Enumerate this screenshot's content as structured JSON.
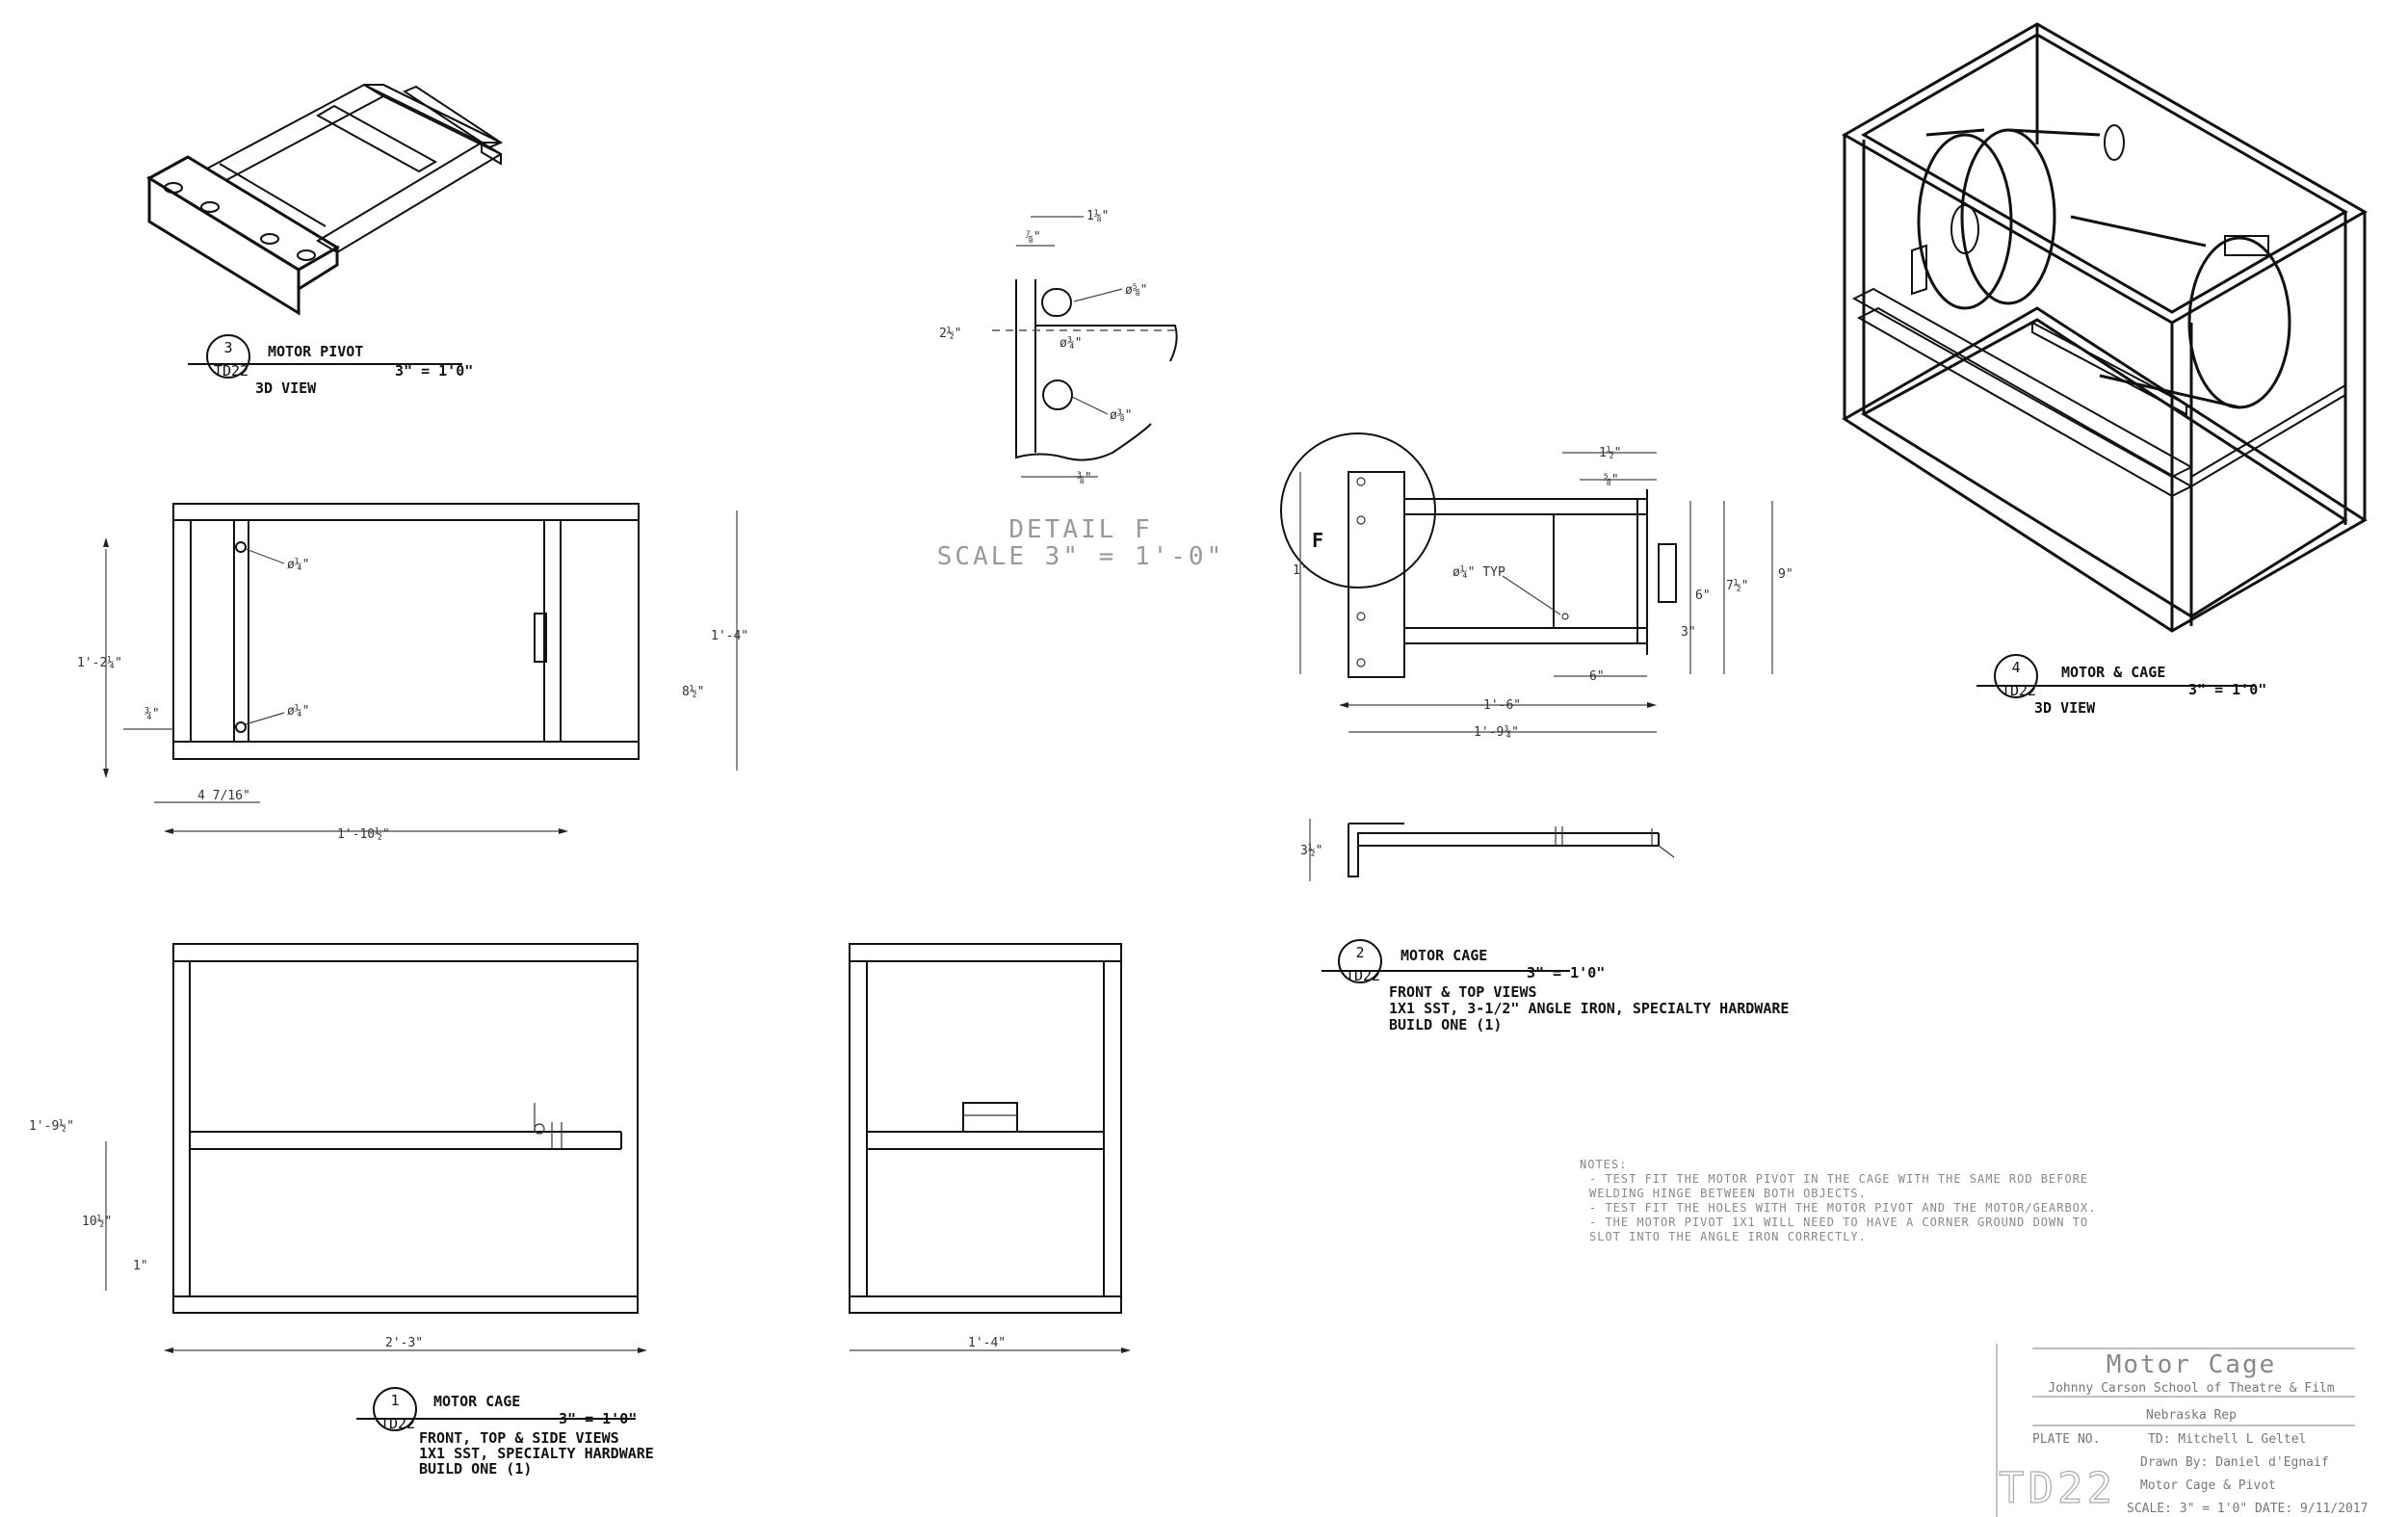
{
  "views": {
    "motor_pivot": {
      "num": "3",
      "sheet": "TD22",
      "title": "MOTOR PIVOT",
      "scale": "3\" = 1'0\"",
      "sub": "3D VIEW"
    },
    "motor_and_cage": {
      "num": "4",
      "sheet": "TD22",
      "title": "MOTOR & CAGE",
      "scale": "3\" = 1'0\"",
      "sub": "3D VIEW"
    },
    "motor_cage_2": {
      "num": "2",
      "sheet": "TD22",
      "title": "MOTOR CAGE",
      "scale": "3\" = 1'0\"",
      "lines": [
        "FRONT & TOP VIEWS",
        "1X1 SST, 3-1/2\" ANGLE IRON, SPECIALTY HARDWARE",
        "BUILD ONE (1)"
      ]
    },
    "motor_cage_1": {
      "num": "1",
      "sheet": "TD22",
      "title": "MOTOR CAGE",
      "scale": "3\" = 1'0\"",
      "lines": [
        "FRONT, TOP & SIDE VIEWS",
        "1X1 SST, SPECIALTY HARDWARE",
        "BUILD ONE (1)"
      ]
    }
  },
  "detail": {
    "title": "DETAIL F",
    "scale": "SCALE 3\" = 1'-0\"",
    "callout": "F"
  },
  "dims": {
    "top_left_height": "1'-2¼\"",
    "top_left_small": "¾\"",
    "top_left_hole1": "ø¼\"",
    "top_left_hole2": "ø¼\"",
    "top_left_offset": "4 7/16\"",
    "top_left_width": "1'-10½\"",
    "top_left_right_h": "1'-4\"",
    "top_left_right_small": "8½\"",
    "bottom_left_height": "1'-9½\"",
    "bottom_left_mid": "10½\"",
    "bottom_left_small": "1\"",
    "bottom_left_width": "2'-3\"",
    "bottom_side_width": "1'-4\"",
    "detail_top": "1⅛\"",
    "detail_left": "⅞\"",
    "detail_side": "2½\"",
    "detail_slot": "ø⅝\"",
    "detail_hole": "ø¾\"",
    "detail_h": "ø⅜\"",
    "detail_bottom": "⅜\"",
    "front_top1": "1½\"",
    "front_top2": "⅝\"",
    "front_height": "1'",
    "front_hole": "ø¼\" TYP",
    "front_6": "6\"",
    "front_r1": "6\"",
    "front_r2": "7½\"",
    "front_r3": "9\"",
    "front_r4": "3\"",
    "front_w1": "1'-6\"",
    "front_w2": "1'-9¾\"",
    "top_view_h": "3½\""
  },
  "notes": {
    "head": "NOTES:",
    "lines": [
      "-  TEST FIT THE MOTOR PIVOT IN THE CAGE WITH THE SAME ROD BEFORE",
      "   WELDING HINGE BETWEEN BOTH OBJECTS.",
      "-  TEST FIT THE HOLES WITH THE MOTOR PIVOT AND THE MOTOR/GEARBOX.",
      "-  THE MOTOR PIVOT 1X1 WILL NEED TO HAVE A CORNER GROUND DOWN TO",
      "   SLOT INTO THE ANGLE IRON CORRECTLY."
    ]
  },
  "title_block": {
    "title": "Motor Cage",
    "school": "Johnny Carson School of Theatre & Film",
    "project": "Nebraska Rep",
    "plate_label": "PLATE NO.",
    "td": "TD: Mitchell L Geltel",
    "drawn": "Drawn By: Daniel d'Egnaif",
    "desc": "Motor Cage & Pivot",
    "plate": "TD22",
    "scale_date": "SCALE: 3\" = 1'0\"   DATE: 9/11/2017"
  }
}
